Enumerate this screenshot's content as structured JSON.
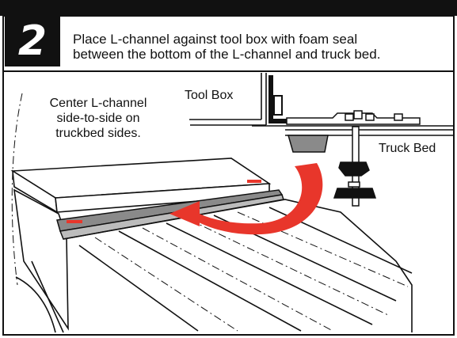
{
  "step": {
    "number": "2",
    "instruction_line1": "Place L-channel against tool box with foam seal",
    "instruction_line2": "between the bottom of the L-channel and truck bed."
  },
  "callouts": {
    "tool_box": "Tool Box",
    "truck_bed": "Truck Bed",
    "center_line1": "Center L-channel",
    "center_line2": "side-to-side on",
    "center_line3": "truckbed sides."
  },
  "colors": {
    "header_bar": "#111111",
    "arrow": "#e8362b",
    "foam_seal": "#8a8a8a",
    "line": "#111111"
  }
}
